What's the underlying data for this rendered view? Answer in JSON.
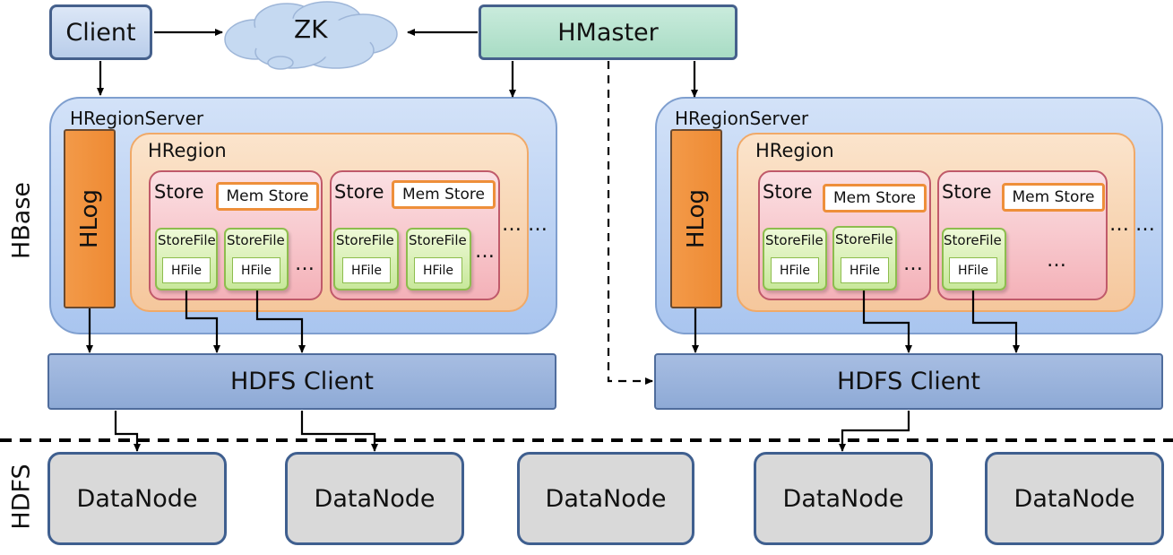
{
  "top": {
    "client": "Client",
    "zk": "ZK",
    "hmaster": "HMaster"
  },
  "side_labels": {
    "hbase": "HBase",
    "hdfs": "HDFS"
  },
  "servers": [
    {
      "title": "HRegionServer",
      "hlog": "HLog",
      "region_title": "HRegion",
      "stores": [
        {
          "label": "Store",
          "memstore": "Mem Store",
          "storefiles": [
            "StoreFile",
            "StoreFile"
          ],
          "hfiles": [
            "HFile",
            "HFile"
          ],
          "ellipsis": "…"
        },
        {
          "label": "Store",
          "memstore": "Mem Store",
          "storefiles": [
            "StoreFile",
            "StoreFile"
          ],
          "hfiles": [
            "HFile",
            "HFile"
          ],
          "ellipsis": "…"
        }
      ],
      "region_ellipsis": "… …",
      "hdfs_client": "HDFS Client"
    },
    {
      "title": "HRegionServer",
      "hlog": "HLog",
      "region_title": "HRegion",
      "stores": [
        {
          "label": "Store",
          "memstore": "Mem Store",
          "storefiles": [
            "StoreFile",
            "StoreFile"
          ],
          "hfiles": [
            "HFile",
            "HFile"
          ],
          "ellipsis": "…"
        },
        {
          "label": "Store",
          "memstore": "Mem Store",
          "storefiles": [
            "StoreFile"
          ],
          "hfiles": [
            "HFile"
          ],
          "ellipsis": "…"
        }
      ],
      "region_ellipsis": "… …",
      "hdfs_client": "HDFS Client"
    }
  ],
  "datanodes": [
    "DataNode",
    "DataNode",
    "DataNode",
    "DataNode",
    "DataNode"
  ],
  "colors": {
    "client_fill": "#c6d7ef",
    "zk_fill": "#c5d9f1",
    "hmaster_fill": "#b5e2cd",
    "regionserver_fill": "#bcd3f4",
    "hregion_fill": "#f8d4b0",
    "store_fill": "#f7c4c9",
    "storefile_fill": "#d9efb5",
    "hlog_fill": "#f0913d",
    "hdfs_client_fill": "#95b0da",
    "datanode_fill": "#d9d9d9",
    "outline": "#45608c"
  }
}
